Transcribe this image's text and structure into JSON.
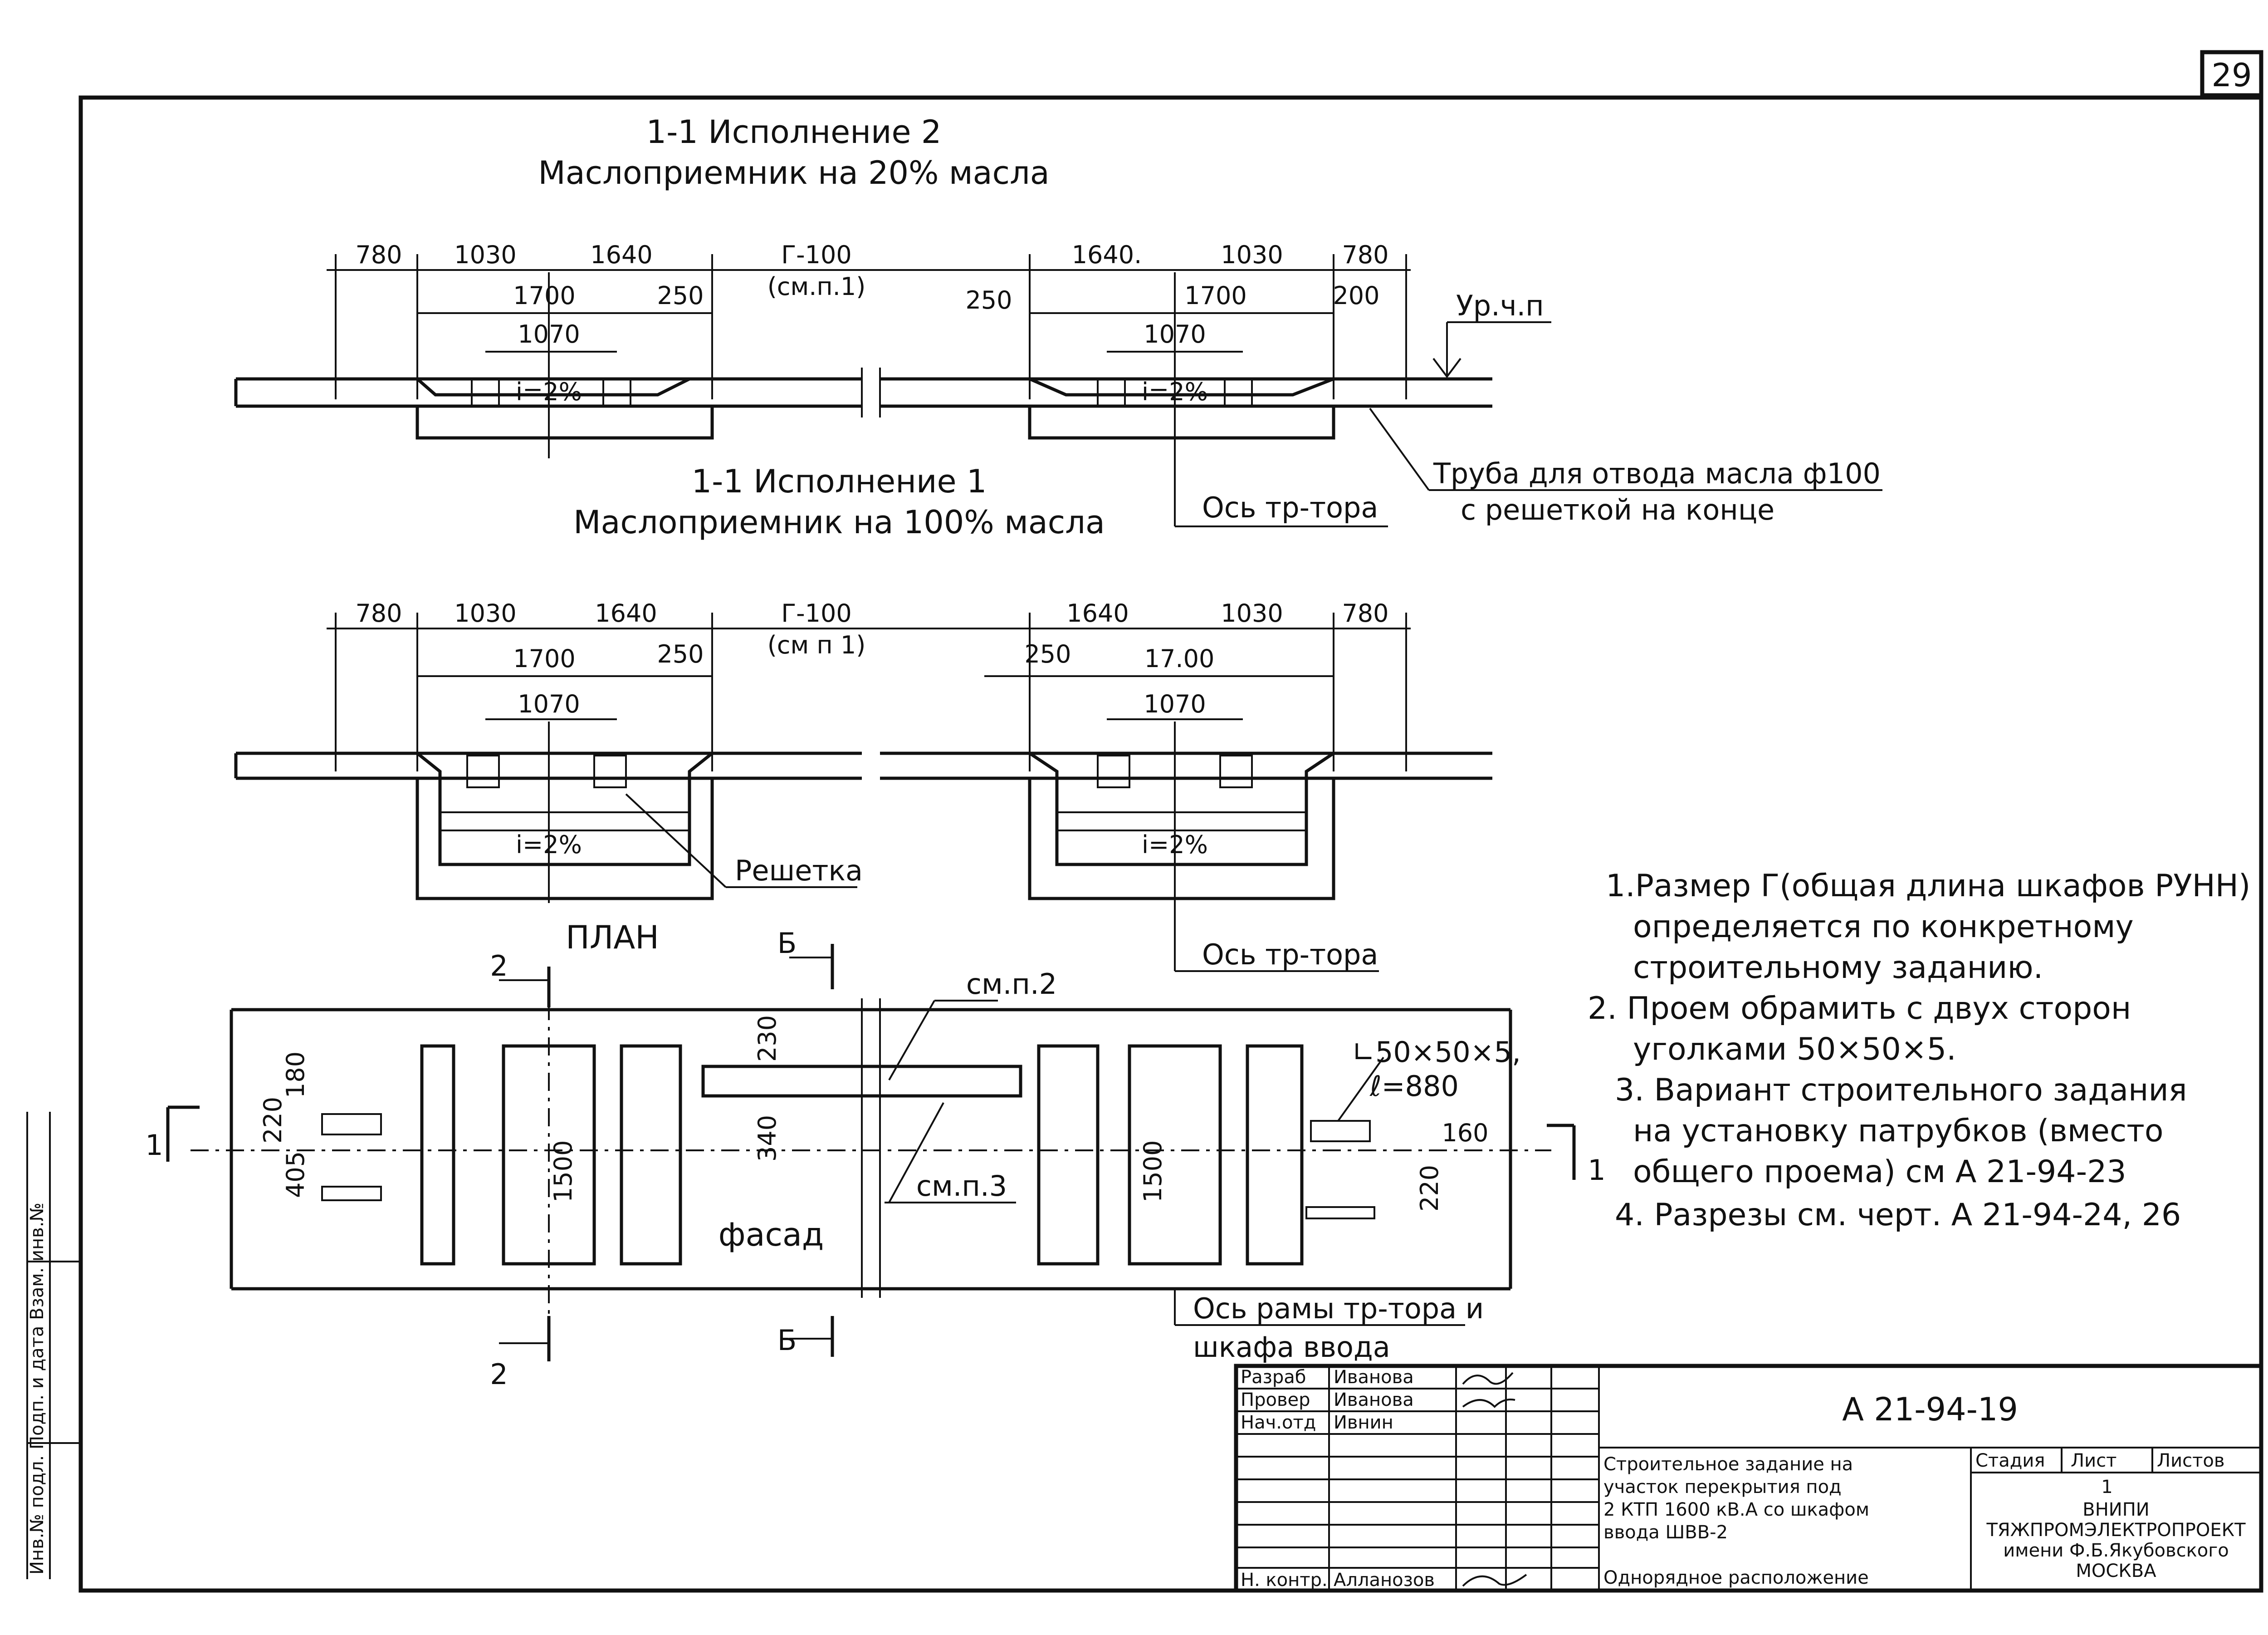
{
  "sheet_number": "29",
  "section_top": {
    "title_line1": "1-1   Исполнение 2",
    "title_line2": "Маслоприемник на 20% масла",
    "dims_left": [
      "780",
      "1030",
      "1640",
      "1700",
      "250",
      "1070"
    ],
    "dims_mid": [
      "Г-100",
      "(см.п.1)"
    ],
    "dims_right": [
      "1640.",
      "1030",
      "780",
      "250",
      "1700",
      "200",
      "1070"
    ],
    "slope": "i=2%",
    "level_mark": "Ур.ч.п",
    "pipe_note_line1": "Труба для отвода масла ф100",
    "pipe_note_line2": "с решеткой на конце",
    "axis_label": "Ось тр-тора"
  },
  "section_mid": {
    "title_line1": "1-1  Исполнение 1",
    "title_line2": "Маслоприемник на 100% масла",
    "dims_left": [
      "780",
      "1030",
      "1640",
      "1700",
      "250",
      "1070"
    ],
    "dims_mid": [
      "Г-100",
      "(см п 1)"
    ],
    "dims_right": [
      "1640",
      "1030",
      "780",
      "250",
      "17.00",
      "1070"
    ],
    "slope": "i=2%",
    "grate_label": "Решетка",
    "axis_label": "Ось тр-тора"
  },
  "plan": {
    "title": "ПЛАН",
    "cut_2": "2",
    "cut_b": "Б",
    "cut_1": "1",
    "ref_p2": "см.п.2",
    "ref_p3": "см.п.3",
    "facade": "фасад",
    "dims": [
      "180",
      "220",
      "405",
      "1500",
      "230",
      "340",
      "1500",
      "160",
      "220"
    ],
    "angle_label": "∟50×50×5,",
    "angle_length": "ℓ=880",
    "frame_axis_line1": "Ось рамы тр-тора и",
    "frame_axis_line2": "шкафа ввода"
  },
  "notes": [
    "1.Размер Г(общая длина шкафов РУНН)",
    "определяется по конкретному",
    "строительному заданию.",
    "2. Проем обрамить с двух сторон",
    "уголками 50×50×5.",
    "3. Вариант строительного задания",
    "на установку патрубков (вместо",
    "общего проема) см А 21-94-23",
    "4. Разрезы см. черт. А 21-94-24, 26"
  ],
  "title_block": {
    "roles": [
      "Разраб",
      "Провер",
      "Нач.отд",
      "Н. контр."
    ],
    "names": [
      "Иванова",
      "Иванова",
      "Ивнин",
      "Алланозов"
    ],
    "doc_code": "А 21-94-19",
    "description": [
      "Строительное задание на",
      "участок перекрытия под",
      "2 КТП 1600 кВ.А со шкафом",
      "ввода ШВВ-2",
      "Однорядное расположение"
    ],
    "col_headers": [
      "Стадия",
      "Лист",
      "Листов"
    ],
    "sheet_value": "1",
    "org": [
      "ВНИПИ",
      "ТЯЖПРОМЭЛЕКТРОПРОЕКТ",
      "имени Ф.Б.Якубовского",
      "МОСКВА"
    ]
  },
  "margin_stamp": "Инв.№ подл.  Подп. и дата  Взам. инв.№"
}
